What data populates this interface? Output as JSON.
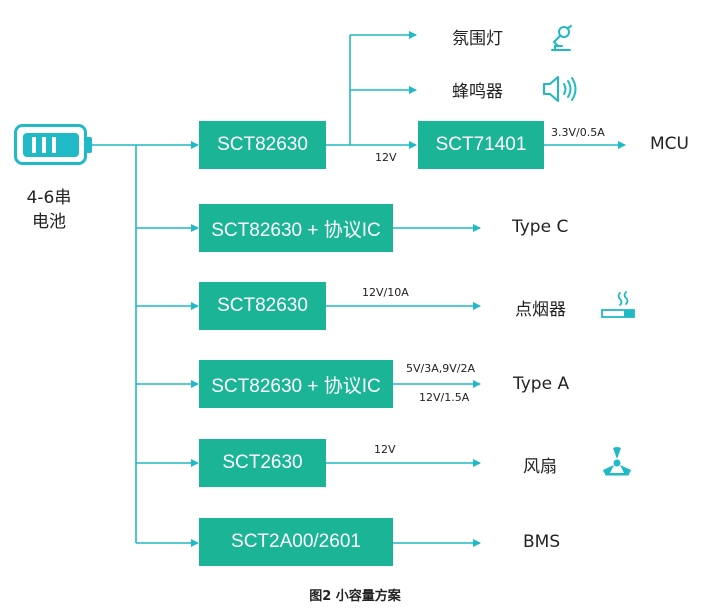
{
  "colors": {
    "accent": "#1bb496",
    "line": "#20b9c6",
    "text": "#222222"
  },
  "battery": {
    "icon": "battery-icon",
    "label_line1": "4-6串",
    "label_line2": "电池"
  },
  "row1": {
    "box1": "SCT82630",
    "box2": "SCT71401",
    "voltage_12v": "12V",
    "mcu_spec": "3.3V/0.5A",
    "mcu": "MCU",
    "ambient_light": "氛围灯",
    "ambient_light_icon": "lamp-icon",
    "buzzer": "蜂鸣器",
    "buzzer_icon": "speaker-icon"
  },
  "row2": {
    "box": "SCT82630 + 协议IC",
    "output": "Type C"
  },
  "row3": {
    "box": "SCT82630",
    "spec": "12V/10A",
    "output": "点烟器",
    "icon": "cigarette-icon"
  },
  "row4": {
    "box": "SCT82630 + 协议IC",
    "spec_top": "5V/3A,9V/2A",
    "spec_bottom": "12V/1.5A",
    "output": "Type A"
  },
  "row5": {
    "box": "SCT2630",
    "spec": "12V",
    "output": "风扇",
    "icon": "fan-icon"
  },
  "row6": {
    "box": "SCT2A00/2601",
    "output": "BMS"
  },
  "caption": "图2  小容量方案"
}
